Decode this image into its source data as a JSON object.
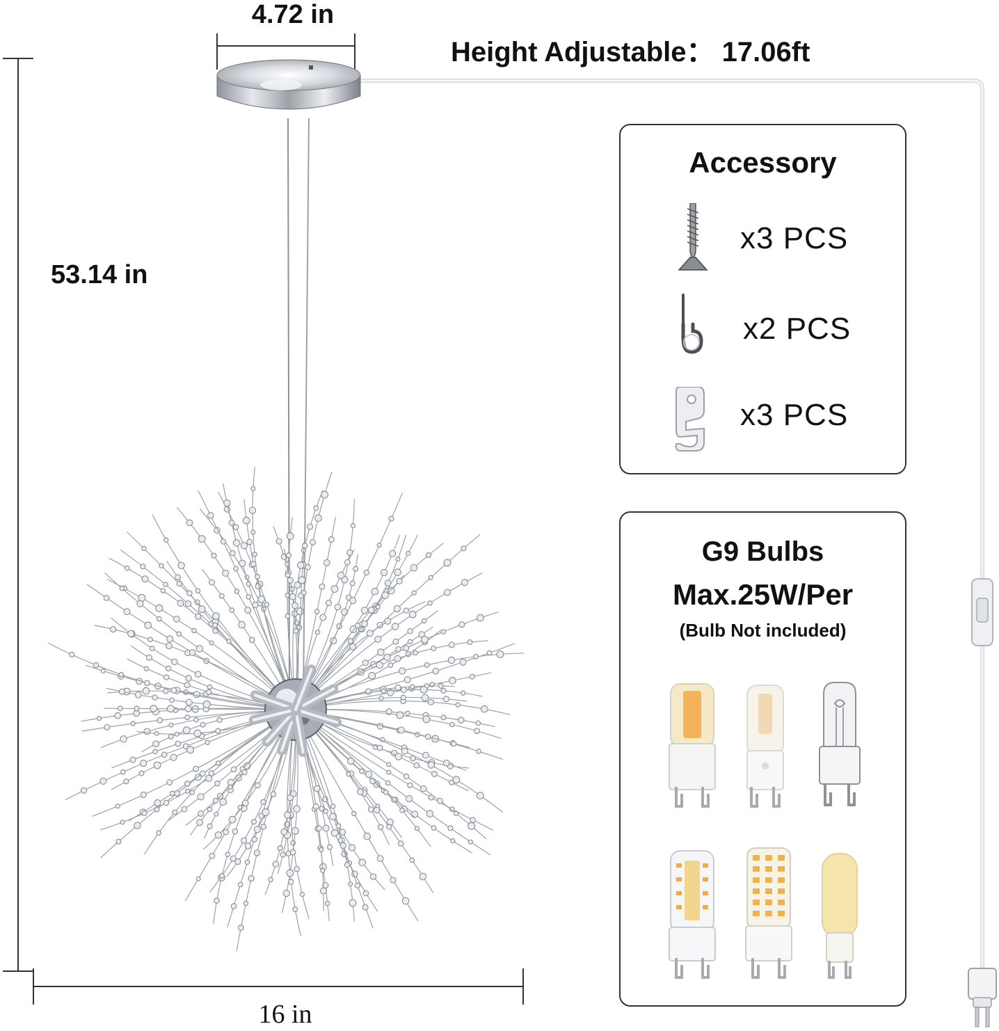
{
  "dimensions": {
    "canopy_width": "4.72 in",
    "height_adjustable": "Height Adjustable： 17.06ft",
    "total_height": "53.14 in",
    "fixture_width": "16 in"
  },
  "accessory": {
    "title": "Accessory",
    "items": [
      {
        "icon": "screw-icon",
        "qty": "x3 PCS"
      },
      {
        "icon": "hook-icon",
        "qty": "x2 PCS"
      },
      {
        "icon": "cord-clip-icon",
        "qty": "x3 PCS"
      }
    ]
  },
  "bulbs": {
    "title": "G9 Bulbs",
    "subtitle": "Max.25W/Per",
    "note": "(Bulb Not included)",
    "icons": [
      "g9-cob-bulb-icon",
      "g9-frosted-bulb-icon",
      "g9-halogen-bulb-icon",
      "g9-clear-led-bulb-icon",
      "g9-smd-led-bulb-icon",
      "g9-ceramic-bulb-icon"
    ]
  },
  "colors": {
    "chrome": "#b8bcc4",
    "cord": "#e4e6ea",
    "panel_border": "#333333"
  }
}
